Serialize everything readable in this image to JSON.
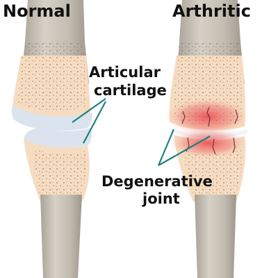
{
  "titles": {
    "normal": "Normal",
    "arthritic": "Arthritic"
  },
  "callouts": {
    "cartilage_line1": "Articular",
    "cartilage_line2": "cartilage",
    "degenerative_line1": "Degenerative",
    "degenerative_line2": "joint"
  },
  "colors": {
    "shaft": "#c9c3b7",
    "shaft_shadow": "#a39e93",
    "bone_end": "#f6dcc0",
    "cancellous": "#8d6a5c",
    "cartilage": "#dbe3ee",
    "inflammation": "#e7434b",
    "pointer": "#1f8080",
    "crack": "#6b1e24"
  }
}
